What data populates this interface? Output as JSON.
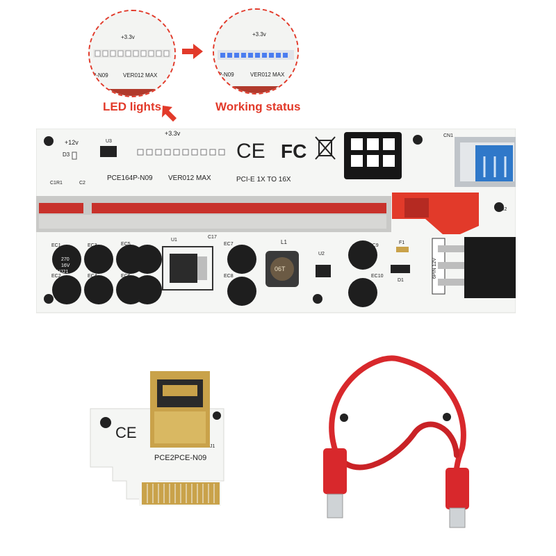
{
  "callouts": {
    "led_lights": "LED lights",
    "working_status": "Working status"
  },
  "zoom": {
    "voltage": "+3.3v",
    "model_left": "P-N09",
    "model_right": "VER012 MAX"
  },
  "riser_board": {
    "voltage_12": "+12v",
    "voltage_33": "+3.3v",
    "d3": "D3",
    "u3": "U3",
    "model": "PCE164P-N09",
    "version": "VER012 MAX",
    "pcie_text": "PCI-E 1X TO 16X",
    "cn1": "CN1",
    "j2": "J2",
    "c1r1": "C1R1",
    "c2": "C2",
    "u1": "U1",
    "c17": "C17",
    "l1": "L1",
    "u2": "U2",
    "f1": "F1",
    "d1": "D1",
    "power_label": "6PIN 12V",
    "inductor_mark": "06T",
    "capacitor_text": [
      "270",
      "16V",
      "HJ21"
    ],
    "capacitor_labels": [
      "EC1",
      "EC2",
      "EC3",
      "EC4",
      "EC5",
      "EC6",
      "EC7",
      "EC8",
      "EC9",
      "EC10"
    ],
    "certifications": [
      "CE",
      "FC"
    ]
  },
  "adapter_board": {
    "model": "PCE2PCE-N09",
    "j1": "J1",
    "certification": "CE"
  },
  "colors": {
    "accent_red": "#e23a2a",
    "board_white": "#f5f6f4",
    "slot_red": "#c8312b",
    "gold": "#c9a24a",
    "usb_blue": "#2f78c9",
    "cable_red": "#d8282c"
  }
}
